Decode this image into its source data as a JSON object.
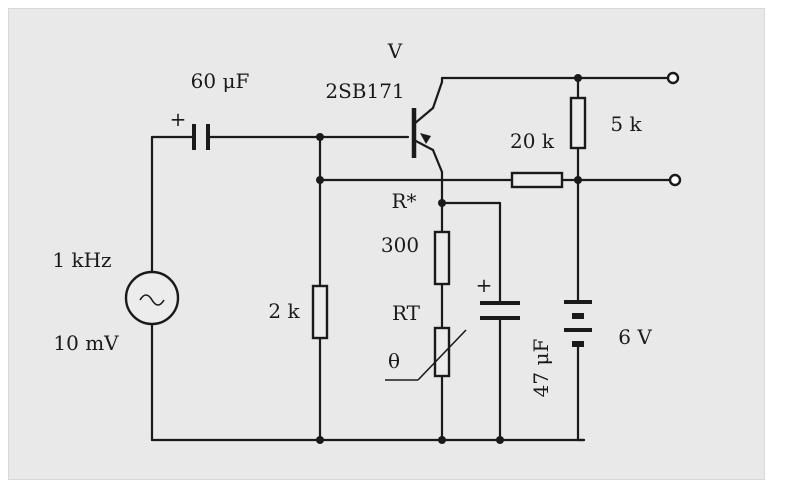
{
  "labels": {
    "transistor_ref": "V",
    "transistor_type": "2SB171",
    "input_capacitor": "60 μF",
    "plus_sign": "+",
    "source_freq": "1 kHz",
    "source_amp": "10 mV",
    "feedback_resistor": "20 k",
    "collector_resistor": "5 k",
    "base_resistor": "2 k",
    "emitter_node": "R*",
    "emitter_resistor": "300",
    "thermistor": "RT",
    "theta": "θ",
    "emitter_capacitor": "47 μF",
    "battery": "6 V"
  }
}
